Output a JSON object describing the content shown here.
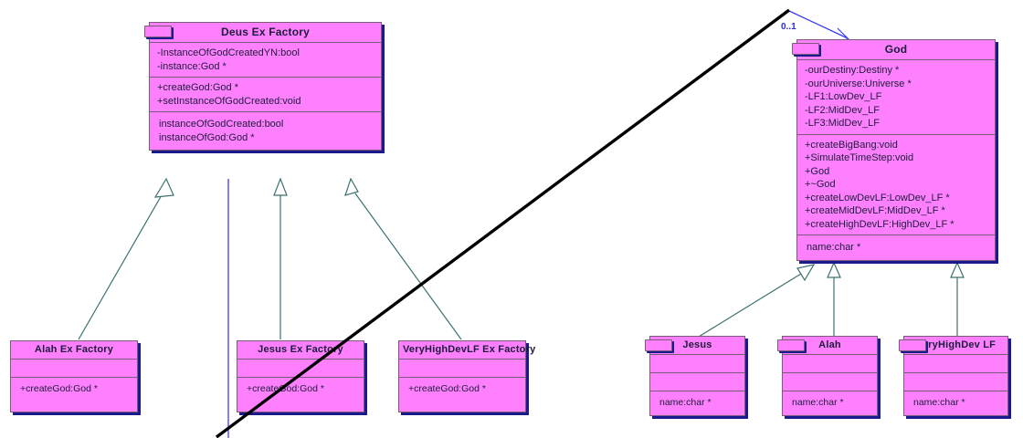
{
  "diagram": {
    "type": "uml-class-diagram",
    "background": "#ffffff",
    "class_fill": "#ff80ff",
    "class_border": "#7a5c7a",
    "shadow_color": "#1a1a8c",
    "generalization_color": "#3d7070",
    "association_color": "#3a3aff",
    "annotation_line_color": "#000000"
  },
  "classes": {
    "deus_ex_factory": {
      "name": "Deus Ex Factory",
      "attributes": [
        "-InstanceOfGodCreatedYN:bool",
        "-instance:God *"
      ],
      "operations": [
        "+createGod:God *",
        "+setInstanceOfGodCreated:void"
      ],
      "extra": [
        "instanceOfGodCreated:bool",
        "instanceOfGod:God *"
      ]
    },
    "god": {
      "name": "God",
      "attributes": [
        "-ourDestiny:Destiny *",
        "-ourUniverse:Universe *",
        "-LF1:LowDev_LF",
        "-LF2:MidDev_LF",
        "-LF3:MidDev_LF"
      ],
      "operations": [
        "+createBigBang:void",
        "+SimulateTimeStep:void",
        "+God",
        "+~God",
        "+createLowDevLF:LowDev_LF *",
        "+createMidDevLF:MidDev_LF *",
        "+createHighDevLF:HighDev_LF *"
      ],
      "extra": [
        "name:char *"
      ]
    },
    "alah_ex_factory": {
      "name": "Alah Ex Factory",
      "attributes": [],
      "operations": [
        "+createGod:God *"
      ]
    },
    "jesus_ex_factory": {
      "name": "Jesus Ex Factory",
      "attributes": [],
      "operations": [
        "+createGod:God *"
      ]
    },
    "veryhighdevlf_ex_factory": {
      "name": "VeryHighDevLF Ex Factory",
      "attributes": [],
      "operations": [
        "+createGod:God *"
      ]
    },
    "jesus": {
      "name": "Jesus",
      "attributes": [],
      "operations": [],
      "extra": [
        "name:char *"
      ]
    },
    "alah": {
      "name": "Alah",
      "attributes": [],
      "operations": [],
      "extra": [
        "name:char *"
      ]
    },
    "veryhighdev_lf": {
      "name": "VeryHighDev LF",
      "attributes": [],
      "operations": [],
      "extra": [
        "name:char *"
      ]
    }
  },
  "relationships": {
    "association_multiplicity": "0..1",
    "generalizations": [
      {
        "from": "Alah Ex Factory",
        "to": "Deus Ex Factory"
      },
      {
        "from": "Jesus Ex Factory",
        "to": "Deus Ex Factory"
      },
      {
        "from": "VeryHighDevLF Ex Factory",
        "to": "Deus Ex Factory"
      },
      {
        "from": "Jesus",
        "to": "God"
      },
      {
        "from": "Alah",
        "to": "God"
      },
      {
        "from": "VeryHighDev LF",
        "to": "God"
      }
    ],
    "associations": [
      {
        "from": "Deus Ex Factory",
        "to": "God",
        "multiplicity": "0..1"
      }
    ]
  }
}
